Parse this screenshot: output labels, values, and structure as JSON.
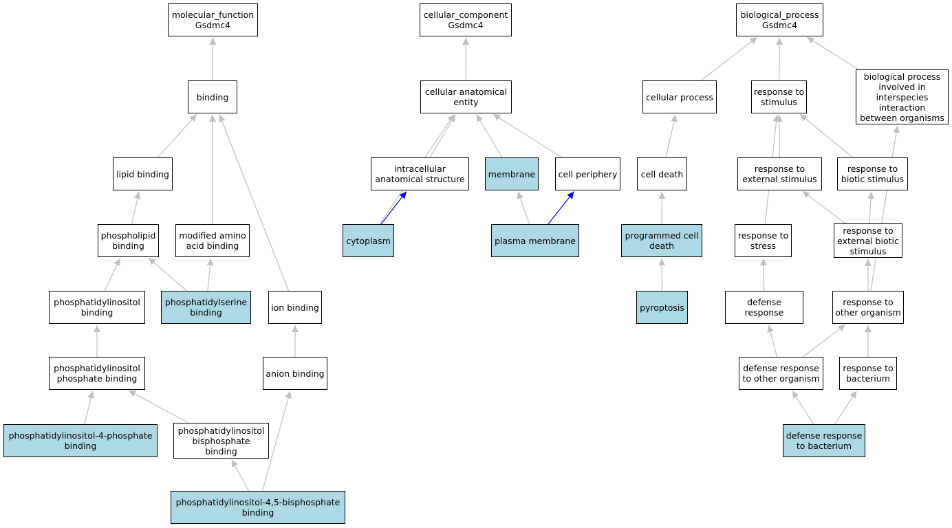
{
  "colors": {
    "highlight_fill": "#add8e6",
    "default_fill": "#ffffff",
    "edge_gray": "#c0c0c0",
    "edge_blue": "#0000ff",
    "border": "#000000"
  },
  "nodes": {
    "mf_root": {
      "label": "molecular_function\nGsdmc4",
      "highlighted": false
    },
    "binding": {
      "label": "binding",
      "highlighted": false
    },
    "lipid_binding": {
      "label": "lipid binding",
      "highlighted": false
    },
    "phospholipid_binding": {
      "label": "phospholipid\nbinding",
      "highlighted": false
    },
    "modified_amino_acid_binding": {
      "label": "modified amino\nacid binding",
      "highlighted": false
    },
    "phosphatidylinositol_binding": {
      "label": "phosphatidylinositol\nbinding",
      "highlighted": false
    },
    "phosphatidylserine_binding": {
      "label": "phosphatidylserine\nbinding",
      "highlighted": true
    },
    "ion_binding": {
      "label": "ion binding",
      "highlighted": false
    },
    "pi_phosphate_binding": {
      "label": "phosphatidylinositol\nphosphate binding",
      "highlighted": false
    },
    "anion_binding": {
      "label": "anion binding",
      "highlighted": false
    },
    "pi4p_binding": {
      "label": "phosphatidylinositol-4-phosphate\nbinding",
      "highlighted": true
    },
    "pi_bisphosphate_binding": {
      "label": "phosphatidylinositol\nbisphosphate\nbinding",
      "highlighted": false
    },
    "pi45p2_binding": {
      "label": "phosphatidylinositol-4,5-bisphosphate\nbinding",
      "highlighted": true
    },
    "cc_root": {
      "label": "cellular_component\nGsdmc4",
      "highlighted": false
    },
    "cellular_anatomical_entity": {
      "label": "cellular anatomical\nentity",
      "highlighted": false
    },
    "intracellular_anatomical_structure": {
      "label": "intracellular\nanatomical structure",
      "highlighted": false
    },
    "membrane": {
      "label": "membrane",
      "highlighted": true
    },
    "cell_periphery": {
      "label": "cell periphery",
      "highlighted": false
    },
    "cytoplasm": {
      "label": "cytoplasm",
      "highlighted": true
    },
    "plasma_membrane": {
      "label": "plasma membrane",
      "highlighted": true
    },
    "bp_root": {
      "label": "biological_process\nGsdmc4",
      "highlighted": false
    },
    "cellular_process": {
      "label": "cellular process",
      "highlighted": false
    },
    "response_to_stimulus": {
      "label": "response to\nstimulus",
      "highlighted": false
    },
    "bp_interspecies": {
      "label": "biological process\ninvolved in\ninterspecies\ninteraction\nbetween organisms",
      "highlighted": false
    },
    "cell_death": {
      "label": "cell death",
      "highlighted": false
    },
    "response_to_external_stimulus": {
      "label": "response to\nexternal stimulus",
      "highlighted": false
    },
    "response_to_biotic_stimulus": {
      "label": "response to\nbiotic stimulus",
      "highlighted": false
    },
    "programmed_cell_death": {
      "label": "programmed cell\ndeath",
      "highlighted": true
    },
    "response_to_stress": {
      "label": "response to\nstress",
      "highlighted": false
    },
    "response_to_external_biotic_stimulus": {
      "label": "response to\nexternal biotic\nstimulus",
      "highlighted": false
    },
    "pyroptosis": {
      "label": "pyroptosis",
      "highlighted": true
    },
    "defense_response": {
      "label": "defense response",
      "highlighted": false
    },
    "response_to_other_organism": {
      "label": "response to\nother organism",
      "highlighted": false
    },
    "defense_response_to_other_organism": {
      "label": "defense response\nto other organism",
      "highlighted": false
    },
    "response_to_bacterium": {
      "label": "response to\nbacterium",
      "highlighted": false
    },
    "defense_response_to_bacterium": {
      "label": "defense response\nto bacterium",
      "highlighted": true
    }
  },
  "edges": [
    {
      "from": "binding",
      "to": "mf_root",
      "color": "gray"
    },
    {
      "from": "lipid_binding",
      "to": "binding",
      "color": "gray"
    },
    {
      "from": "modified_amino_acid_binding",
      "to": "binding",
      "color": "gray"
    },
    {
      "from": "ion_binding",
      "to": "binding",
      "color": "gray"
    },
    {
      "from": "phospholipid_binding",
      "to": "lipid_binding",
      "color": "gray"
    },
    {
      "from": "phosphatidylinositol_binding",
      "to": "phospholipid_binding",
      "color": "gray"
    },
    {
      "from": "phosphatidylserine_binding",
      "to": "phospholipid_binding",
      "color": "gray"
    },
    {
      "from": "phosphatidylserine_binding",
      "to": "modified_amino_acid_binding",
      "color": "gray"
    },
    {
      "from": "pi_phosphate_binding",
      "to": "phosphatidylinositol_binding",
      "color": "gray"
    },
    {
      "from": "anion_binding",
      "to": "ion_binding",
      "color": "gray"
    },
    {
      "from": "pi4p_binding",
      "to": "pi_phosphate_binding",
      "color": "gray"
    },
    {
      "from": "pi_bisphosphate_binding",
      "to": "pi_phosphate_binding",
      "color": "gray"
    },
    {
      "from": "pi45p2_binding",
      "to": "pi_bisphosphate_binding",
      "color": "gray"
    },
    {
      "from": "pi45p2_binding",
      "to": "anion_binding",
      "color": "gray"
    },
    {
      "from": "cellular_anatomical_entity",
      "to": "cc_root",
      "color": "gray"
    },
    {
      "from": "intracellular_anatomical_structure",
      "to": "cellular_anatomical_entity",
      "color": "gray"
    },
    {
      "from": "membrane",
      "to": "cellular_anatomical_entity",
      "color": "gray"
    },
    {
      "from": "cell_periphery",
      "to": "cellular_anatomical_entity",
      "color": "gray"
    },
    {
      "from": "cytoplasm",
      "to": "cellular_anatomical_entity",
      "color": "gray"
    },
    {
      "from": "cytoplasm",
      "to": "intracellular_anatomical_structure",
      "color": "blue"
    },
    {
      "from": "plasma_membrane",
      "to": "membrane",
      "color": "gray"
    },
    {
      "from": "plasma_membrane",
      "to": "cell_periphery",
      "color": "blue"
    },
    {
      "from": "cellular_process",
      "to": "bp_root",
      "color": "gray"
    },
    {
      "from": "response_to_stimulus",
      "to": "bp_root",
      "color": "gray"
    },
    {
      "from": "bp_interspecies",
      "to": "bp_root",
      "color": "gray"
    },
    {
      "from": "cell_death",
      "to": "cellular_process",
      "color": "gray"
    },
    {
      "from": "response_to_external_stimulus",
      "to": "response_to_stimulus",
      "color": "gray"
    },
    {
      "from": "response_to_biotic_stimulus",
      "to": "response_to_stimulus",
      "color": "gray"
    },
    {
      "from": "response_to_stress",
      "to": "response_to_stimulus",
      "color": "gray"
    },
    {
      "from": "programmed_cell_death",
      "to": "cell_death",
      "color": "gray"
    },
    {
      "from": "response_to_external_biotic_stimulus",
      "to": "response_to_external_stimulus",
      "color": "gray"
    },
    {
      "from": "response_to_external_biotic_stimulus",
      "to": "response_to_biotic_stimulus",
      "color": "gray"
    },
    {
      "from": "pyroptosis",
      "to": "programmed_cell_death",
      "color": "gray"
    },
    {
      "from": "defense_response",
      "to": "response_to_stress",
      "color": "gray"
    },
    {
      "from": "response_to_other_organism",
      "to": "response_to_external_biotic_stimulus",
      "color": "gray"
    },
    {
      "from": "response_to_other_organism",
      "to": "bp_interspecies",
      "color": "gray"
    },
    {
      "from": "defense_response_to_other_organism",
      "to": "defense_response",
      "color": "gray"
    },
    {
      "from": "defense_response_to_other_organism",
      "to": "response_to_other_organism",
      "color": "gray"
    },
    {
      "from": "response_to_bacterium",
      "to": "response_to_other_organism",
      "color": "gray"
    },
    {
      "from": "defense_response_to_bacterium",
      "to": "defense_response_to_other_organism",
      "color": "gray"
    },
    {
      "from": "defense_response_to_bacterium",
      "to": "response_to_bacterium",
      "color": "gray"
    }
  ]
}
